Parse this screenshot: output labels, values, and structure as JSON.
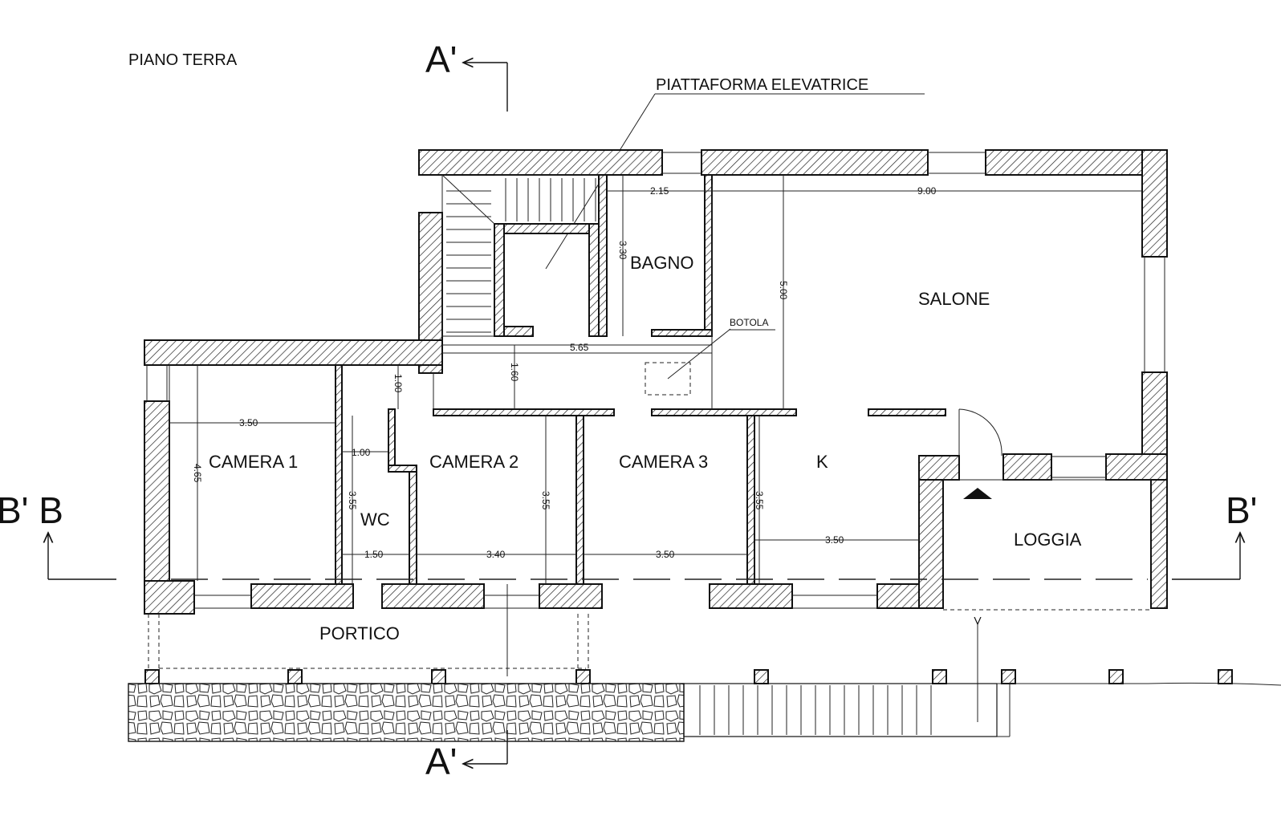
{
  "title": "PIANO TERRA",
  "labels": {
    "platform": "PIATTAFORMA ELEVATRICE",
    "hatch": "BOTOLA",
    "section_a_top": "A'",
    "section_a_bottom": "A'",
    "section_b_left": "B' B",
    "section_b_right": "B'"
  },
  "rooms": {
    "bagno": "BAGNO",
    "salone": "SALONE",
    "camera1": "CAMERA 1",
    "wc": "WC",
    "camera2": "CAMERA 2",
    "camera3": "CAMERA 3",
    "kitchen": "K",
    "loggia": "LOGGIA",
    "portico": "PORTICO"
  },
  "dimensions": {
    "bagno_width": "2.15",
    "bagno_depth": "3.30",
    "salone_width": "9.00",
    "salone_depth": "5.00",
    "corridor_length": "5.65",
    "corridor_width": "1.60",
    "passage_width": "1.00",
    "wc_depth_short": "1.00",
    "camera1_width": "3.50",
    "camera1_depth": "4.65",
    "wc_depth": "3.55",
    "wc_width": "1.50",
    "camera2_depth": "3.55",
    "camera2_width": "3.40",
    "camera3_width": "3.50",
    "kitchen_depth": "3.55",
    "kitchen_width": "3.50"
  }
}
